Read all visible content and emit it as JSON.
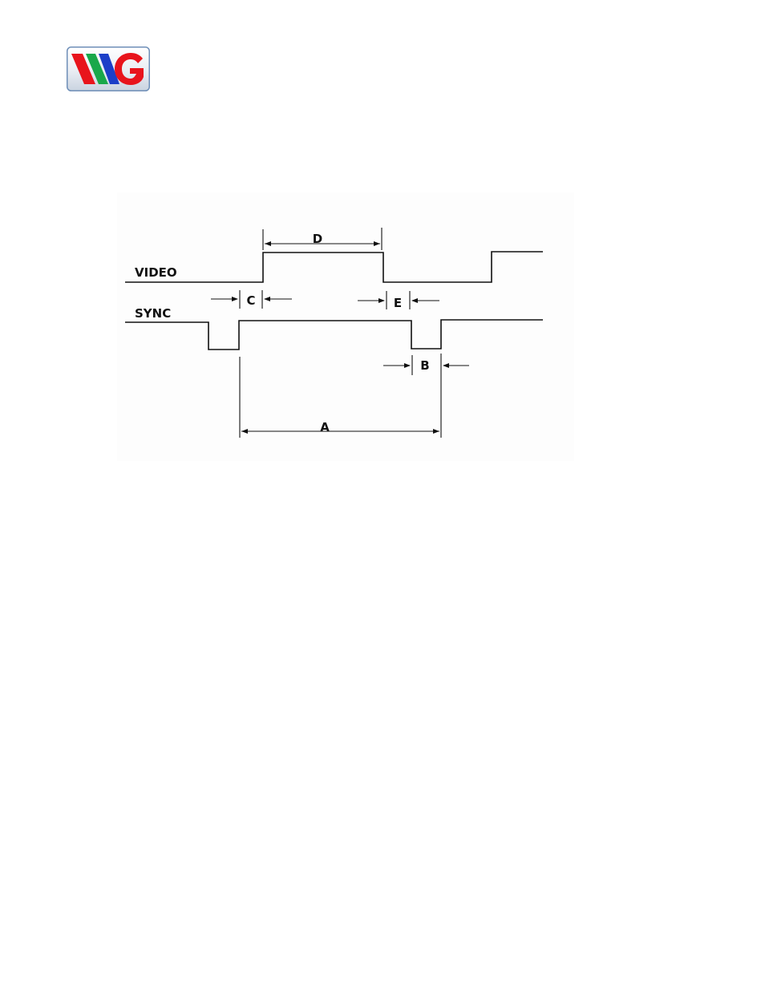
{
  "logo": {
    "icon": "wg-logo",
    "letters": "WG",
    "colors": {
      "red": "#e8141c",
      "green": "#19a84a",
      "blue": "#1c3fc8",
      "frame": "#6f8fb8"
    }
  },
  "diagram": {
    "signals": [
      {
        "name": "video",
        "label": "VIDEO"
      },
      {
        "name": "sync",
        "label": "SYNC"
      }
    ],
    "intervals": [
      {
        "name": "a",
        "label": "A",
        "style": "arrows-inside"
      },
      {
        "name": "b",
        "label": "B",
        "style": "arrows-outside"
      },
      {
        "name": "c",
        "label": "C",
        "style": "arrows-outside"
      },
      {
        "name": "d",
        "label": "D",
        "style": "arrows-inside"
      },
      {
        "name": "e",
        "label": "E",
        "style": "arrows-outside"
      }
    ],
    "line_color": "#111111"
  }
}
